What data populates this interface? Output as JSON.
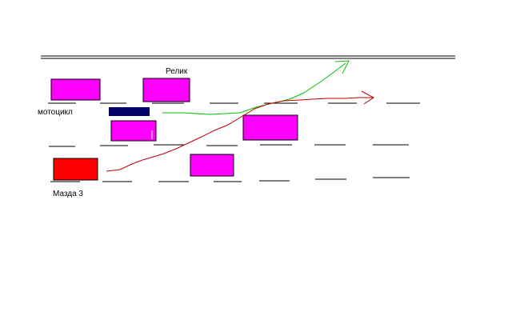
{
  "labels": {
    "relik": "Релик",
    "motorcycle": "мотоцикл",
    "mazda": "Мазда 3"
  },
  "colors": {
    "background": "#ffffff",
    "magenta": "#ff00ff",
    "red": "#ff0000",
    "navy": "#000066",
    "green_arrow": "#00c000",
    "red_arrow": "#c00000",
    "lines": "#000000"
  }
}
